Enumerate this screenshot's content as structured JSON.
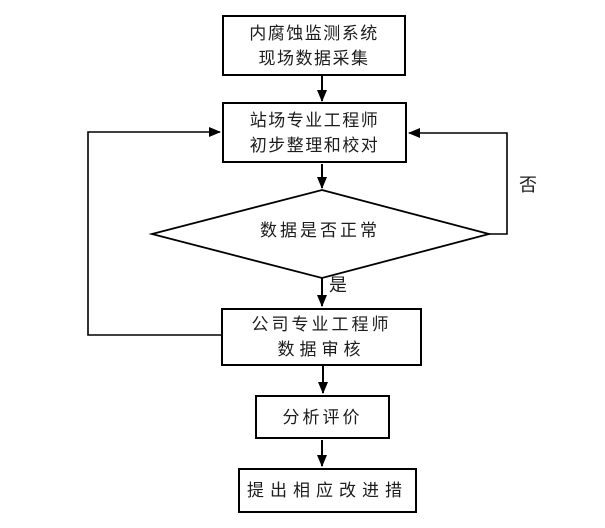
{
  "flowchart": {
    "type": "flowchart",
    "direction": "top-down",
    "nodes": [
      {
        "id": "field-data-collection",
        "shape": "rect",
        "lines": [
          "内腐蚀监测系统",
          "现场数据采集"
        ]
      },
      {
        "id": "station-engineer-check",
        "shape": "rect",
        "lines": [
          "站场专业工程师",
          "初步整理和校对"
        ]
      },
      {
        "id": "data-normal-decision",
        "shape": "diamond",
        "lines": [
          "数据是否正常"
        ]
      },
      {
        "id": "company-engineer-review",
        "shape": "rect",
        "lines": [
          "公司专业工程师",
          "数据审核"
        ]
      },
      {
        "id": "analysis-evaluation",
        "shape": "rect",
        "lines": [
          "分析评价"
        ]
      },
      {
        "id": "propose-improvements",
        "shape": "rect",
        "lines": [
          "提出相应改进措"
        ]
      }
    ],
    "edges": [
      {
        "from": "field-data-collection",
        "to": "station-engineer-check",
        "label": ""
      },
      {
        "from": "station-engineer-check",
        "to": "data-normal-decision",
        "label": ""
      },
      {
        "from": "data-normal-decision",
        "to": "company-engineer-review",
        "label": "是"
      },
      {
        "from": "data-normal-decision",
        "to": "station-engineer-check",
        "label": "否"
      },
      {
        "from": "company-engineer-review",
        "to": "station-engineer-check",
        "label": ""
      },
      {
        "from": "company-engineer-review",
        "to": "analysis-evaluation",
        "label": ""
      },
      {
        "from": "analysis-evaluation",
        "to": "propose-improvements",
        "label": ""
      }
    ],
    "labels": {
      "yes": "是",
      "no": "否"
    },
    "colors": {
      "line": "#000000",
      "text": "#1c1c1c",
      "background": "#ffffff",
      "node_fill": "#ffffff"
    }
  }
}
